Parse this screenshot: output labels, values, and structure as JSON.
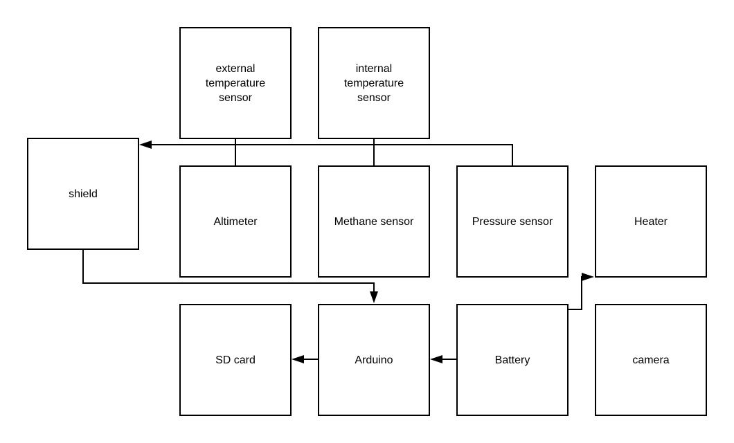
{
  "nodes": {
    "external_temperature_sensor": "external\ntemperature\nsensor",
    "internal_temperature_sensor": "internal\ntemperature\nsensor",
    "shield": "shield",
    "altimeter": "Altimeter",
    "methane_sensor": "Methane sensor",
    "pressure_sensor": "Pressure sensor",
    "heater": "Heater",
    "sd_card": "SD card",
    "arduino": "Arduino",
    "battery": "Battery",
    "camera": "camera"
  },
  "edges": [
    {
      "from": "external_temperature_sensor",
      "to": "shield",
      "directed": true
    },
    {
      "from": "internal_temperature_sensor",
      "to": "shield",
      "directed": true
    },
    {
      "from": "altimeter",
      "to": "shield",
      "directed": true
    },
    {
      "from": "methane_sensor",
      "to": "shield",
      "directed": true
    },
    {
      "from": "pressure_sensor",
      "to": "shield",
      "directed": true
    },
    {
      "from": "shield",
      "to": "arduino",
      "directed": true
    },
    {
      "from": "arduino",
      "to": "sd_card",
      "directed": true
    },
    {
      "from": "battery",
      "to": "arduino",
      "directed": true
    },
    {
      "from": "battery",
      "to": "heater",
      "directed": true
    }
  ],
  "colors": {
    "stroke": "#000000",
    "background": "#ffffff"
  }
}
